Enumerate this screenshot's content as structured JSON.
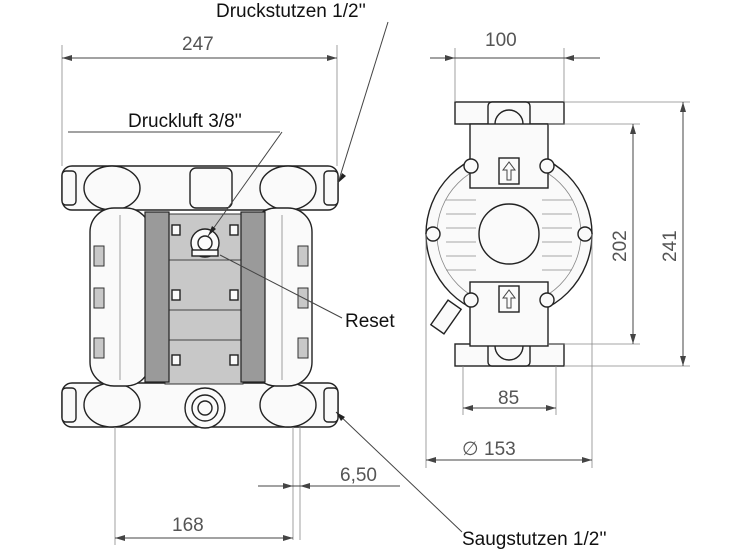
{
  "labels": {
    "druckstutzen": "Druckstutzen 1/2''",
    "druckluft": "Druckluft 3/8''",
    "reset": "Reset",
    "saugstutzen": "Saugstutzen 1/2''"
  },
  "dimensions": {
    "width_total": "247",
    "width_side": "100",
    "height_inner": "202",
    "height_total": "241",
    "width_foot": "85",
    "diameter_prefix": "∅",
    "diameter": "153",
    "offset": "6,50",
    "width_base": "168"
  },
  "colors": {
    "plate": "#9a9a9a",
    "body": "#fafafa",
    "line": "#222222"
  }
}
